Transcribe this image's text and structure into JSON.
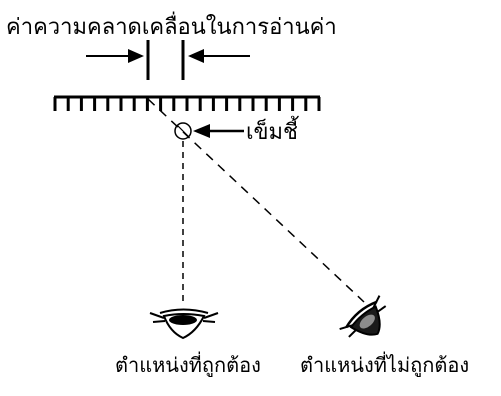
{
  "labels": {
    "title": "ค่าความคลาดเคลื่อนในการอ่านค่า",
    "pointer": "เข็มชี้",
    "correct_position": "ตำแหน่งที่ถูกต้อง",
    "incorrect_position": "ตำแหน่งที่ไม่ถูกต้อง"
  },
  "colors": {
    "ink": "#000000",
    "background": "#ffffff"
  },
  "icons": {
    "correct_eye": "eye-icon",
    "incorrect_eye": "eye-icon",
    "pointer": "circle-pointer-icon"
  }
}
